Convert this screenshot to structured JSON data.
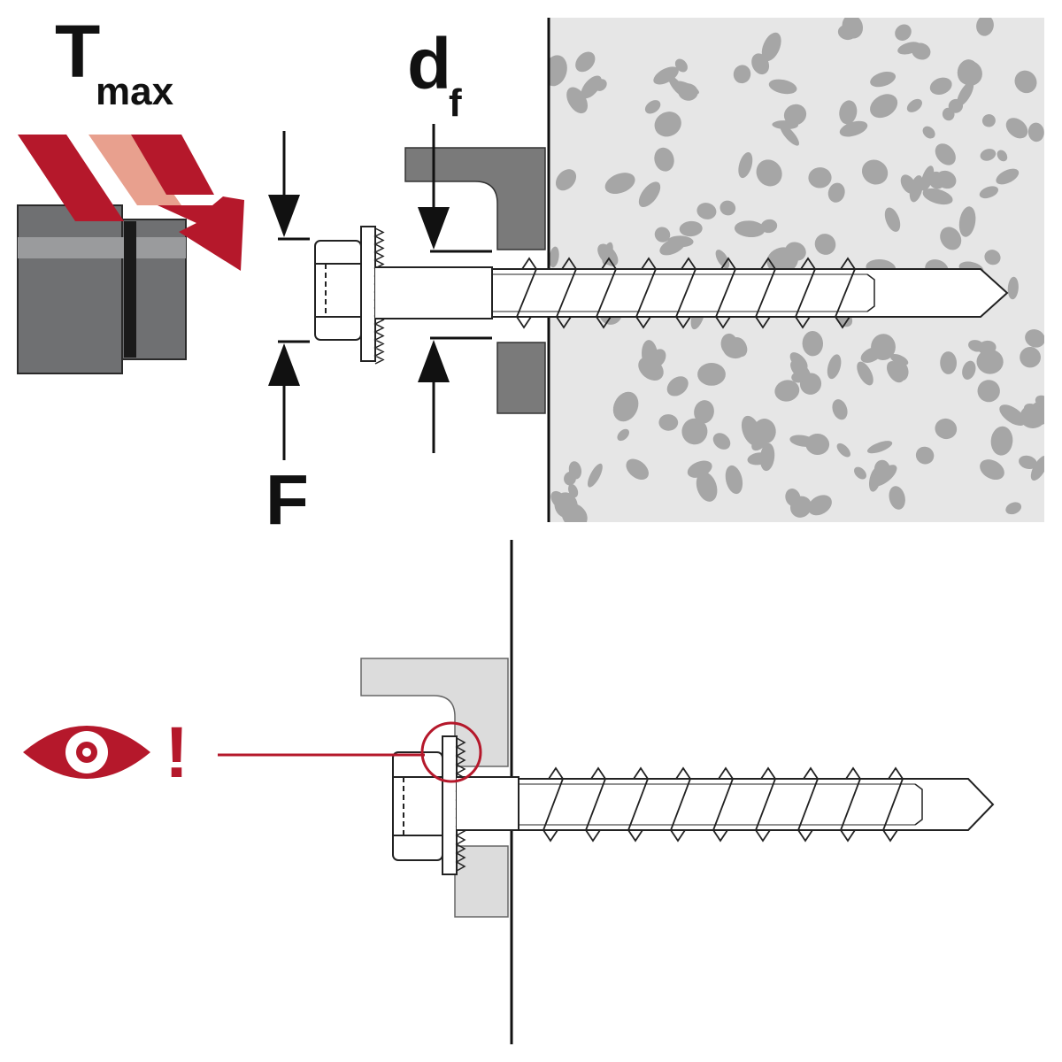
{
  "labels": {
    "torque_main": "T",
    "torque_sub": "max",
    "diameter_main": "d",
    "diameter_sub": "f",
    "thickness": "F",
    "warning_mark": "!"
  },
  "colors": {
    "accent_red": "#b5182b",
    "accent_pink": "#e8a08e",
    "tool_gray": "#6f7072",
    "fixture_gray": "#7a7a7a",
    "concrete": "#e6e6e6",
    "aggregate": "#a6a6a6",
    "fixture_light": "#dcdcdc"
  },
  "icons": [
    "torque-wrench-icon",
    "rotation-arrow-icon",
    "eye-icon",
    "warning-mark-icon"
  ]
}
